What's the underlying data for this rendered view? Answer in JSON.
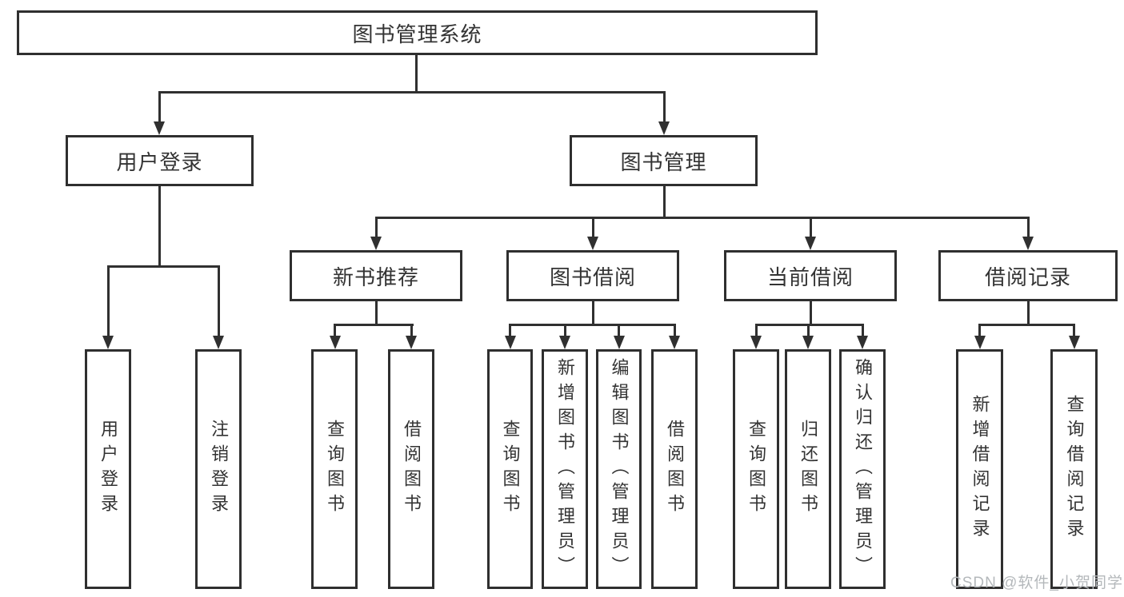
{
  "root": {
    "label": "图书管理系统"
  },
  "branches": {
    "user_login": {
      "label": "用户登录",
      "children": [
        "用户登录",
        "注销登录"
      ]
    },
    "book_mgmt": {
      "label": "图书管理",
      "children": {
        "new_books": {
          "label": "新书推荐",
          "children": [
            "查询图书",
            "借阅图书"
          ]
        },
        "book_borrow": {
          "label": "图书借阅",
          "children": [
            "查询图书",
            "新增图书（管理员）",
            "编辑图书（管理员）",
            "借阅图书"
          ]
        },
        "current_borrow": {
          "label": "当前借阅",
          "children": [
            "查询图书",
            "归还图书",
            "确认归还（管理员）"
          ]
        },
        "borrow_records": {
          "label": "借阅记录",
          "children": [
            "新增借阅记录",
            "查询借阅记录"
          ]
        }
      }
    }
  },
  "watermark": "CSDN @软件_小贺同学",
  "colors": {
    "line": "#303030",
    "box_border": "#2f2f2f",
    "text": "#333333",
    "watermark": "#b4b8bb",
    "background": "#ffffff"
  }
}
